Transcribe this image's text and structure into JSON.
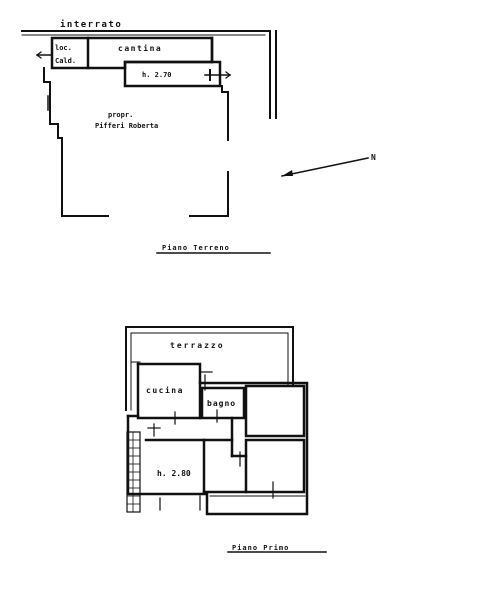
{
  "ground_floor": {
    "basement_label": "interrato",
    "boiler_label_line1": "loc.",
    "boiler_label_line2": "Cald.",
    "cellar_label": "cantina",
    "cellar_height": "h. 2.70",
    "owner_label_line1": "propr.",
    "owner_label_line2": "Pifferi Roberta",
    "north_label": "N",
    "title": "Piano Terreno"
  },
  "first_floor": {
    "terrace_label": "terrazzo",
    "kitchen_label": "cucina",
    "bathroom_label": "bagno",
    "room_height": "h. 2.80",
    "title": "Piano Primo"
  }
}
